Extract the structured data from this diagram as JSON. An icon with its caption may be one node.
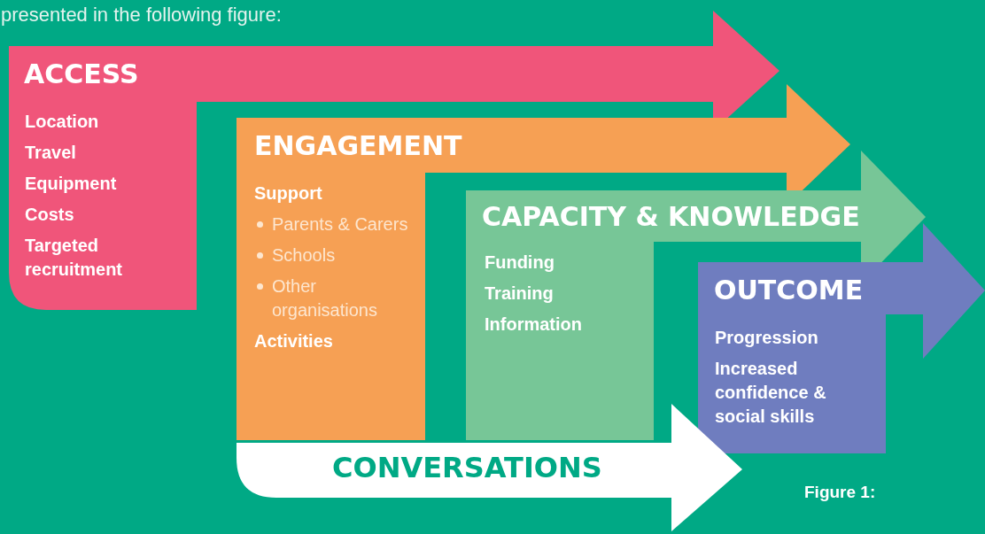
{
  "diagram": {
    "nodes": [
      {
        "text": [
          "ACCESS",
          "Location",
          "Travel",
          "Equipment",
          "Costs",
          "Targeted recruitment"
        ]
      },
      {
        "text": [
          "ENGAGEMENT",
          "Support",
          "Parents & Carers",
          "Schools",
          "Other organisations",
          "Activities"
        ]
      },
      {
        "text": [
          "CAPACITY & KNOWLEDGE",
          "Funding",
          "Training",
          "Information"
        ]
      },
      {
        "text": [
          "OUTCOME",
          "Progression",
          "Increased confidence & social skills"
        ]
      },
      {
        "text": [
          "CONVERSATIONS"
        ]
      }
    ],
    "labels": [
      "presented in the following figure:",
      "Figure 1:"
    ]
  }
}
